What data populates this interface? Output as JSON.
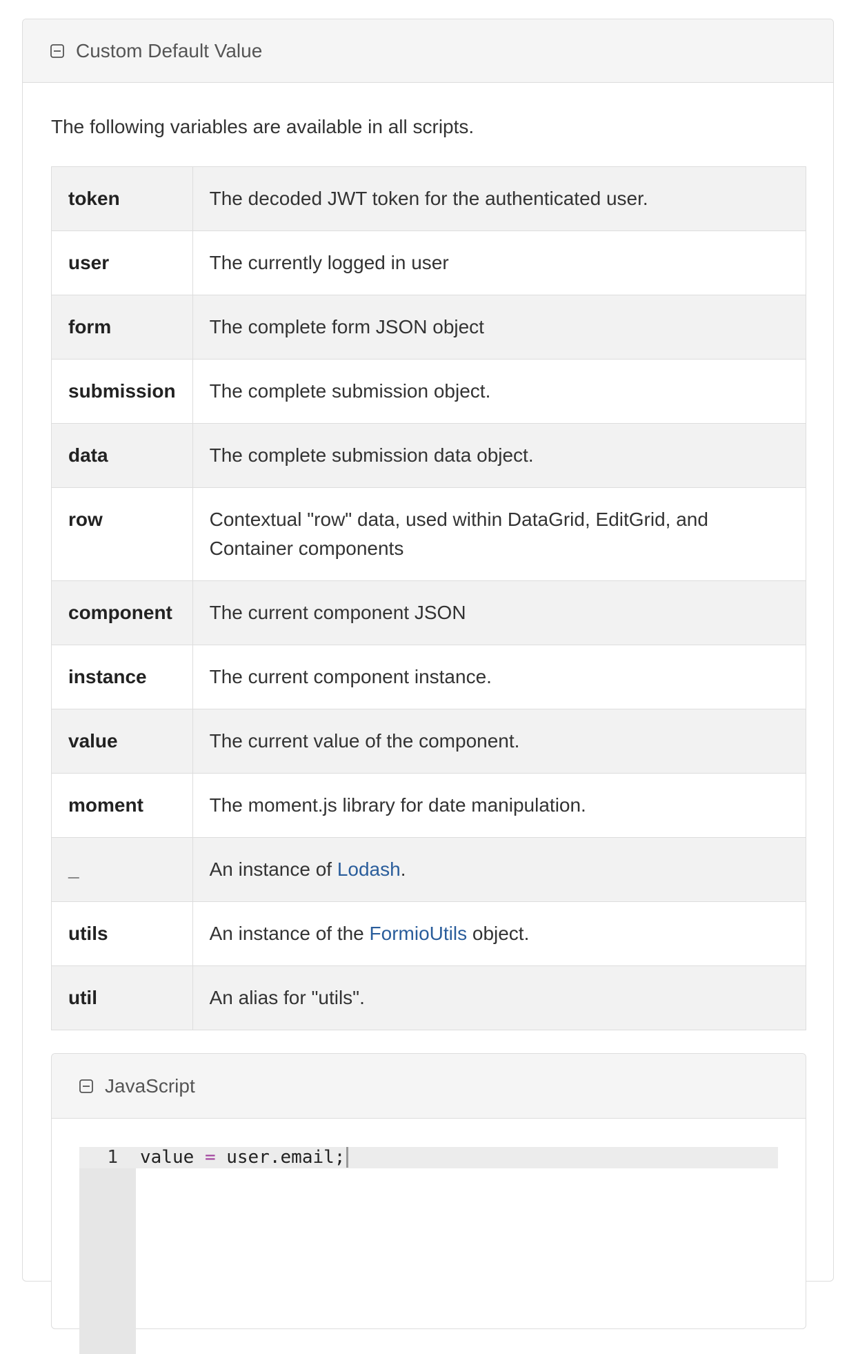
{
  "panel": {
    "title": "Custom Default Value",
    "icon": "collapse-minus-icon"
  },
  "intro": "The following variables are available in all scripts.",
  "variables": [
    {
      "name": "token",
      "description": "The decoded JWT token for the authenticated user."
    },
    {
      "name": "user",
      "description": "The currently logged in user"
    },
    {
      "name": "form",
      "description": "The complete form JSON object"
    },
    {
      "name": "submission",
      "description": "The complete submission object."
    },
    {
      "name": "data",
      "description": "The complete submission data object."
    },
    {
      "name": "row",
      "description": "Contextual \"row\" data, used within DataGrid, EditGrid, and Container components"
    },
    {
      "name": "component",
      "description": "The current component JSON"
    },
    {
      "name": "instance",
      "description": "The current component instance."
    },
    {
      "name": "value",
      "description": "The current value of the component."
    },
    {
      "name": "moment",
      "description": "The moment.js library for date manipulation."
    },
    {
      "name": "_",
      "description_prefix": "An instance of ",
      "link": "Lodash",
      "description_suffix": "."
    },
    {
      "name": "utils",
      "description_prefix": "An instance of the ",
      "link": "FormioUtils",
      "description_suffix": " object."
    },
    {
      "name": "util",
      "description": "An alias for \"utils\"."
    }
  ],
  "js_panel": {
    "title": "JavaScript",
    "icon": "collapse-minus-icon"
  },
  "editor": {
    "line_number": "1",
    "code_lhs": "value",
    "code_op": "=",
    "code_rhs": "user.email;"
  },
  "colors": {
    "link": "#2a5d9b",
    "operator": "#a1409c",
    "stripe": "#f2f2f2",
    "border": "#dddddd"
  }
}
